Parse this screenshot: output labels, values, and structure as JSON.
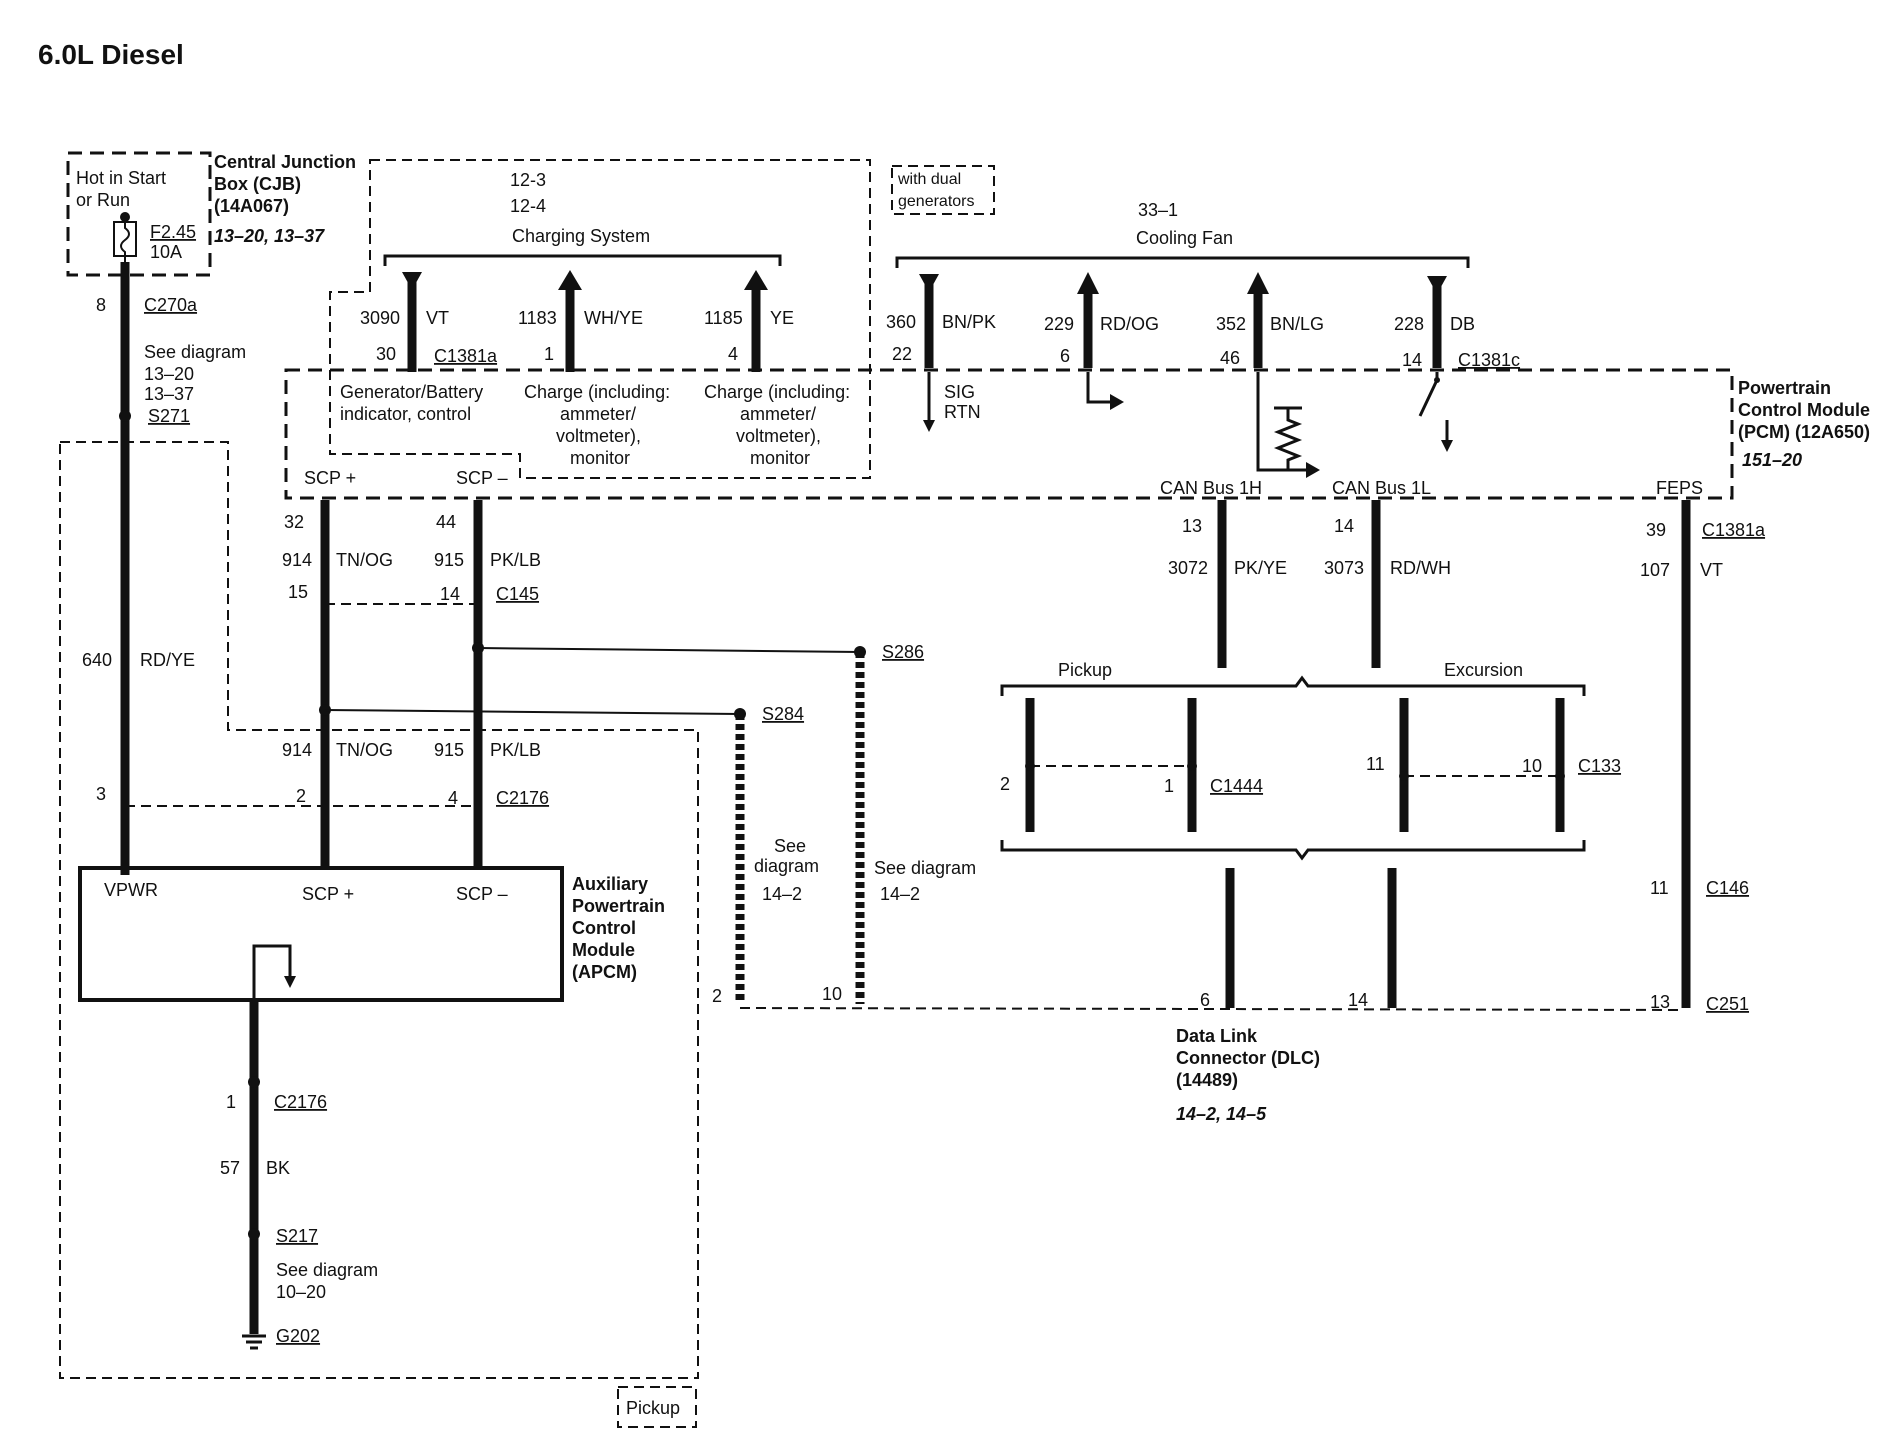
{
  "title": "6.0L Diesel",
  "cjb": {
    "hot_label_1": "Hot in Start",
    "hot_label_2": "or Run",
    "fuse_id": "F2.45",
    "fuse_rating": "10A",
    "name_1": "Central Junction",
    "name_2": "Box (CJB)",
    "part": "(14A067)",
    "refs": "13–20, 13–37"
  },
  "charging": {
    "ref_1": "12-3",
    "ref_2": "12-4",
    "title": "Charging System",
    "circuits": [
      {
        "num": "3090",
        "color": "VT",
        "pin": "30",
        "desc_1": "Generator/Battery",
        "desc_2": "indicator, control",
        "desc_3": "",
        "desc_4": ""
      },
      {
        "num": "1183",
        "color": "WH/YE",
        "pin": "1",
        "desc_1": "Charge (including:",
        "desc_2": "ammeter/",
        "desc_3": "voltmeter),",
        "desc_4": "monitor"
      },
      {
        "num": "1185",
        "color": "YE",
        "pin": "4",
        "desc_1": "Charge (including:",
        "desc_2": "ammeter/",
        "desc_3": "voltmeter),",
        "desc_4": "monitor"
      }
    ],
    "connector": "C1381a"
  },
  "dual_gen_1": "with dual",
  "dual_gen_2": "generators",
  "cooling": {
    "ref": "33–1",
    "title": "Cooling Fan",
    "circuits": [
      {
        "num": "360",
        "color": "BN/PK",
        "pin": "22"
      },
      {
        "num": "229",
        "color": "RD/OG",
        "pin": "6"
      },
      {
        "num": "352",
        "color": "BN/LG",
        "pin": "46"
      },
      {
        "num": "228",
        "color": "DB",
        "pin": "14"
      }
    ],
    "connector": "C1381c",
    "sig": "SIG",
    "rtn": "RTN"
  },
  "pcm": {
    "name_1": "Powertrain",
    "name_2": "Control Module",
    "name_3": "(PCM) (12A650)",
    "refs": "151–20",
    "scp_plus": "SCP +",
    "scp_minus": "SCP –",
    "can_h": "CAN Bus 1H",
    "can_l": "CAN Bus 1L",
    "feps": "FEPS"
  },
  "left": {
    "pin_8": "8",
    "conn_c270a": "C270a",
    "see": "See diagram",
    "ref_1": "13–20",
    "ref_2": "13–37",
    "splice_s271": "S271",
    "wire_num": "640",
    "wire_color": "RD/YE",
    "pin_3": "3"
  },
  "scp": {
    "pin_32": "32",
    "pin_44": "44",
    "w914": "914",
    "c914": "TN/OG",
    "w915": "915",
    "c915": "PK/LB",
    "pin_15": "15",
    "pin_14": "14",
    "conn_c145": "C145",
    "pin_2": "2",
    "pin_4": "4",
    "conn_c2176": "C2176"
  },
  "apcm": {
    "vpwr": "VPWR",
    "scp_plus": "SCP +",
    "scp_minus": "SCP –",
    "name_1": "Auxiliary",
    "name_2": "Powertrain",
    "name_3": "Control",
    "name_4": "Module",
    "name_5": "(APCM)"
  },
  "ground": {
    "pin_1": "1",
    "conn": "C2176",
    "wire_num": "57",
    "wire_color": "BK",
    "splice": "S217",
    "see": "See diagram",
    "ref": "10–20",
    "gnd": "G202"
  },
  "splices": {
    "s286": "S286",
    "s284": "S284",
    "see_1": "See",
    "see_2": "diagram",
    "ref_a": "14–2",
    "see_b": "See diagram",
    "ref_b": "14–2",
    "pin_2": "2",
    "pin_10": "10"
  },
  "can": {
    "pin_13": "13",
    "pin_14": "14",
    "w3072": "3072",
    "c3072": "PK/YE",
    "w3073": "3073",
    "c3073": "RD/WH",
    "pickup": "Pickup",
    "excursion": "Excursion",
    "pin_2": "2",
    "pin_1": "1",
    "conn_c1444": "C1444",
    "pin_11": "11",
    "pin_10": "10",
    "conn_c133": "C133"
  },
  "feps": {
    "pin_39": "39",
    "conn_c1381a": "C1381a",
    "wire_num": "107",
    "wire_color": "VT",
    "pin_11": "11",
    "conn_c146": "C146",
    "pin_13": "13",
    "conn_c251": "C251"
  },
  "dlc": {
    "pin_6": "6",
    "pin_14": "14",
    "name_1": "Data Link",
    "name_2": "Connector (DLC)",
    "part": "(14489)",
    "refs": "14–2, 14–5"
  },
  "pickup_tag": "Pickup"
}
